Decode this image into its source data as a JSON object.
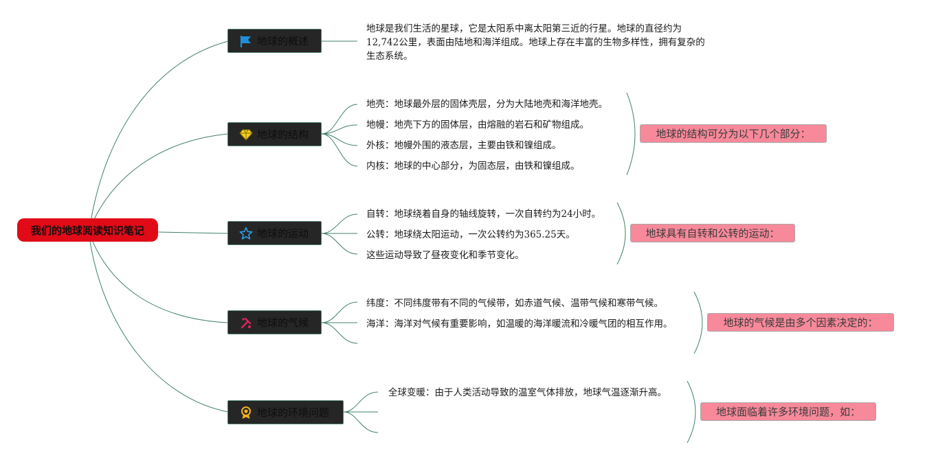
{
  "root": {
    "label": "我们的地球阅读知识笔记"
  },
  "colors": {
    "root": "#e10a17",
    "topic": "#262626",
    "note": "#f7899a",
    "link": "#3f7f6b"
  },
  "topics": [
    {
      "label": "地球的概述",
      "icon": "flag-icon"
    },
    {
      "label": "地球的结构",
      "icon": "diamond-icon"
    },
    {
      "label": "地球的运动",
      "icon": "star-icon"
    },
    {
      "label": "地球的气候",
      "icon": "tools-icon"
    },
    {
      "label": "地球的环境问题",
      "icon": "award-icon"
    }
  ],
  "overview": {
    "text": "地球是我们生活的星球，它是太阳系中离太阳第三近的行星。地球的直径约为12,742公里，表面由陆地和海洋组成。地球上存在丰富的生物多样性，拥有复杂的生态系统。"
  },
  "structure": {
    "items": [
      "地壳：地球最外层的固体壳层，分为大陆地壳和海洋地壳。",
      "地幔：地壳下方的固体层，由熔融的岩石和矿物组成。",
      "外核：地幔外围的液态层，主要由铁和镍组成。",
      "内核：地球的中心部分，为固态层，由铁和镍组成。"
    ],
    "note": "地球的结构可分为以下几个部分："
  },
  "motion": {
    "items": [
      "自转：地球绕着自身的轴线旋转，一次自转约为24小时。",
      "公转：地球绕太阳运动，一次公转约为365.25天。",
      "这些运动导致了昼夜变化和季节变化。"
    ],
    "note": "地球具有自转和公转的运动："
  },
  "climate": {
    "items": [
      "纬度：不同纬度带有不同的气候带，如赤道气候、温带气候和寒带气候。",
      "海洋：海洋对气候有重要影响，如温暖的海洋暖流和冷暖气团的相互作用。"
    ],
    "note": "地球的气候是由多个因素决定的："
  },
  "environment": {
    "items": [
      "全球变暖：由于人类活动导致的温室气体排放，地球气温逐渐升高。"
    ],
    "note": "地球面临着许多环境问题，如："
  }
}
